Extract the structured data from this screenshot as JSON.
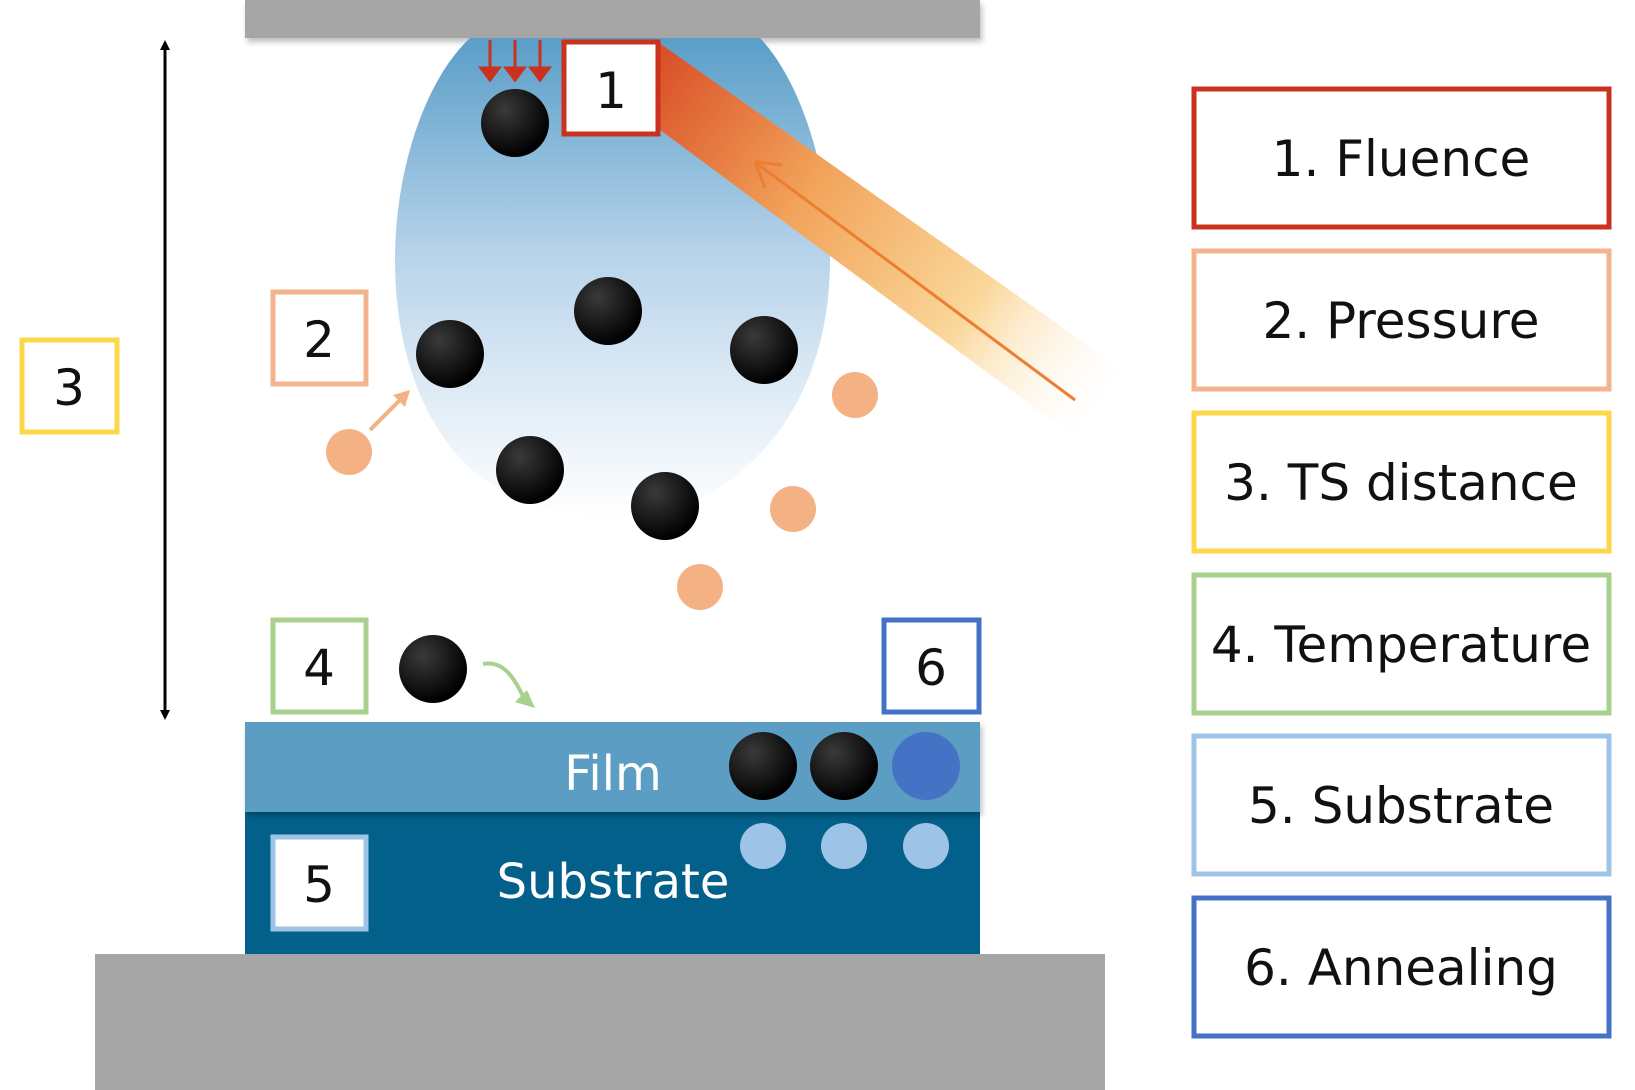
{
  "colors": {
    "fluence": "#c8321e",
    "pressure": "#f2b48c",
    "ts_distance": "#fcd74c",
    "temperature": "#a9d18e",
    "substrate_light": "#9dc3e6",
    "annealing": "#4472c4",
    "film_layer": "#5b9ec3",
    "substrate_layer": "#02608a",
    "plate": "#a6a6a6",
    "particle": "#000000",
    "gas_atom": "#f4b183"
  },
  "markers": {
    "m1": "1",
    "m2": "2",
    "m3": "3",
    "m4": "4",
    "m5": "5",
    "m6": "6"
  },
  "layers": {
    "film": "Film",
    "substrate": "Substrate"
  },
  "legend": [
    {
      "label": "1. Fluence",
      "color_key": "fluence"
    },
    {
      "label": "2. Pressure",
      "color_key": "pressure"
    },
    {
      "label": "3. TS distance",
      "color_key": "ts_distance"
    },
    {
      "label": "4. Temperature",
      "color_key": "temperature"
    },
    {
      "label": "5. Substrate",
      "color_key": "substrate_light"
    },
    {
      "label": "6. Annealing",
      "color_key": "annealing"
    }
  ]
}
